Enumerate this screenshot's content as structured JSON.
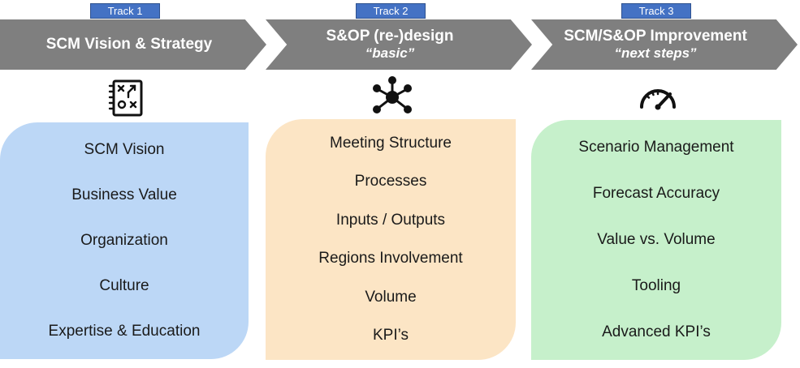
{
  "tracks": [
    {
      "tag": "Track 1",
      "title": "SCM Vision & Strategy",
      "subtitle": "",
      "icon": "strategy-board-icon",
      "color": "#bcd7f6",
      "items": [
        "SCM Vision",
        "Business Value",
        "Organization",
        "Culture",
        "Expertise & Education"
      ]
    },
    {
      "tag": "Track 2",
      "title": "S&OP (re-)design",
      "subtitle": "“basic”",
      "icon": "network-hub-icon",
      "color": "#fce5c5",
      "items": [
        "Meeting Structure",
        "Processes",
        "Inputs / Outputs",
        "Regions Involvement",
        "Volume",
        "KPI’s"
      ]
    },
    {
      "tag": "Track 3",
      "title": "SCM/S&OP Improvement",
      "subtitle": "“next steps”",
      "icon": "speedometer-icon",
      "color": "#c6f0cb",
      "items": [
        "Scenario Management",
        "Forecast Accuracy",
        "Value vs. Volume",
        "Tooling",
        "Advanced KPI’s"
      ]
    }
  ]
}
